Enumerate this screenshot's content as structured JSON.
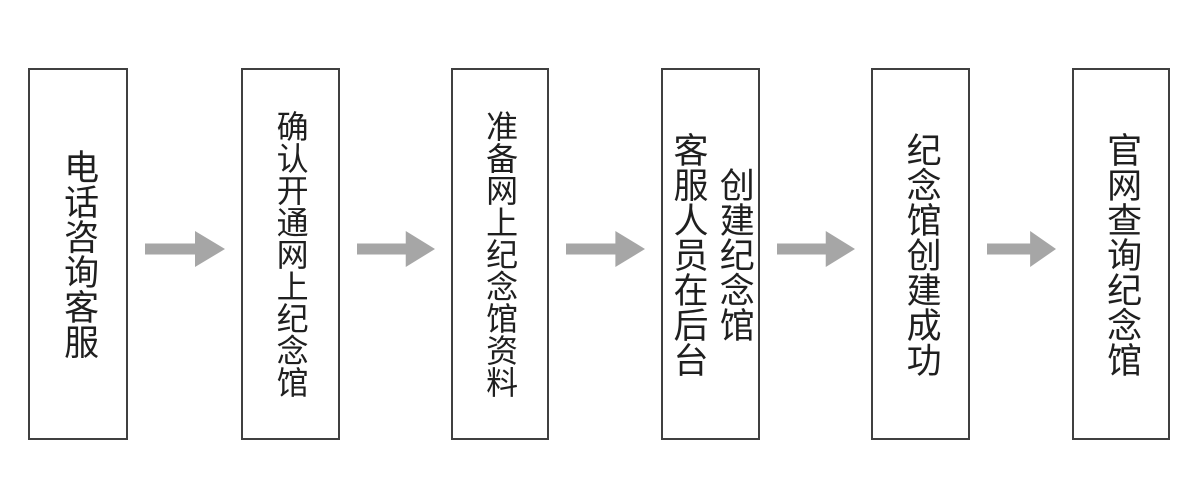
{
  "flowchart": {
    "steps": [
      {
        "label": "电话咨询客服"
      },
      {
        "label": "确认开通网上纪念馆"
      },
      {
        "label": "准备网上纪念馆资料"
      },
      {
        "label": "客服人员在后台\n创建纪念馆"
      },
      {
        "label": "纪念馆创建成功"
      },
      {
        "label": "官网查询纪念馆"
      }
    ],
    "colors": {
      "background": "#ffffff",
      "box_border": "#404040",
      "box_fill": "#ffffff",
      "text": "#1f1f1f",
      "arrow": "#a6a6a6"
    }
  }
}
